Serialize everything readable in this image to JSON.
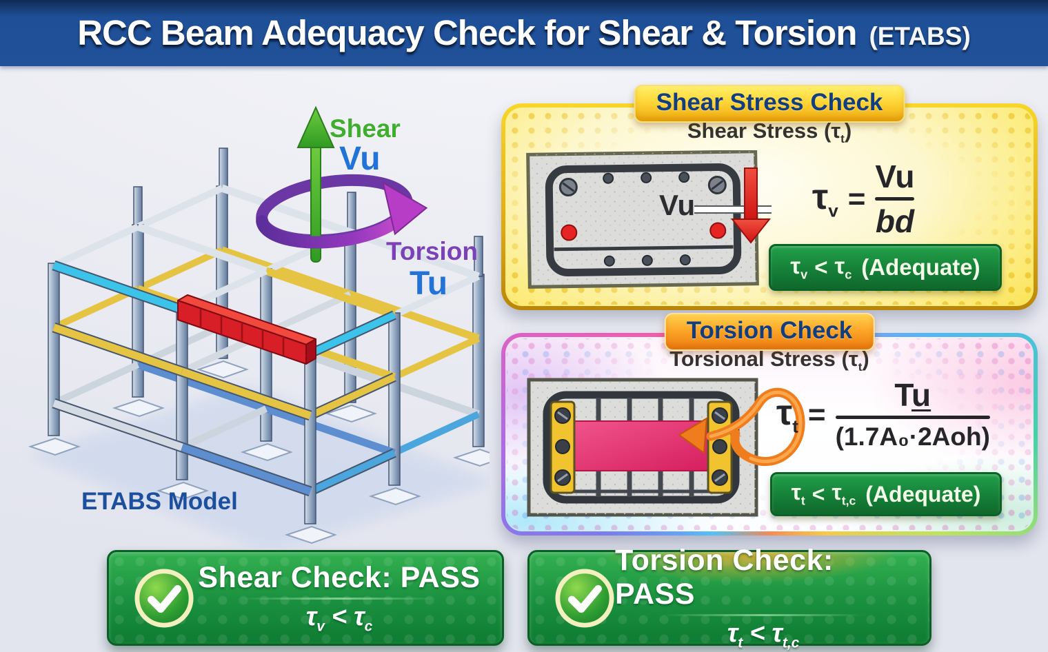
{
  "header": {
    "title": "RCC Beam Adequacy Check for Shear & Torsion",
    "suffix": "(ETABS)"
  },
  "model": {
    "shear_arrow_label": "Shear",
    "shear_symbol": "Vu",
    "torsion_arrow_label": "Torsion",
    "torsion_symbol": "Tu",
    "caption": "ETABS Model"
  },
  "shear_panel": {
    "badge": "Shear Stress Check",
    "subtitle_prefix": "Shear Stress (τ",
    "subtitle_sub": "t",
    "subtitle_suffix": ")",
    "section_callout": "Vu",
    "formula": {
      "lhs_base": "τ",
      "lhs_sub": "v",
      "equals": "=",
      "numerator": "Vu",
      "denominator": "bd"
    },
    "verdict": {
      "left_base": "τ",
      "left_sub": "v",
      "op": "<",
      "right_base": "τ",
      "right_sub": "c",
      "note": "(Adequate)"
    }
  },
  "torsion_panel": {
    "badge": "Torsion Check",
    "subtitle_prefix": "Torsional Stress (τ",
    "subtitle_sub": "t",
    "subtitle_suffix": ")",
    "formula": {
      "lhs_base": "τ",
      "lhs_sub": "t",
      "equals": "=",
      "numerator_base": "T",
      "numerator_sub": "u",
      "denominator": "(1.7A₀·2Aoh)"
    },
    "verdict": {
      "left_base": "τ",
      "left_sub": "t",
      "op": "<",
      "right_base": "τ",
      "right_sub": "t,c",
      "note": "(Adequate)"
    }
  },
  "results": {
    "shear": {
      "title": "Shear Check: PASS",
      "formula": {
        "left_base": "τ",
        "left_sub": "v",
        "op": "<",
        "right_base": "τ",
        "right_sub": "c"
      }
    },
    "torsion": {
      "title": "Torsion Check: PASS",
      "formula": {
        "left_base": "τ",
        "left_sub": "t",
        "op": "<",
        "right_base": "τ",
        "right_sub": "t,c"
      }
    }
  },
  "colors": {
    "header_bg": "#1e4f97",
    "panel_gold": "#f7c915",
    "badge_text_blue": "#123e7d",
    "badge_orange": "#f08312",
    "verdict_green": "#178a3a",
    "result_green": "#1d9440",
    "highlight_beam_red": "#dc2027",
    "shear_arrow_green": "#3fae2f",
    "torsion_arrow_purple": "#7b42b8",
    "symbol_blue": "#2272d8"
  }
}
